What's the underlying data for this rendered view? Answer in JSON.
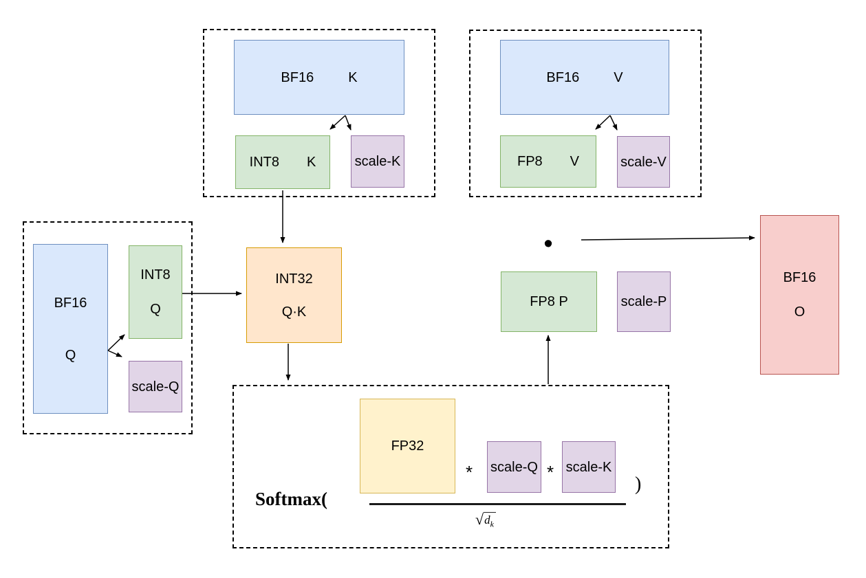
{
  "colors": {
    "blue-fill": "#dae8fc",
    "blue-stroke": "#6c8ebf",
    "green-fill": "#d5e8d4",
    "green-stroke": "#82b366",
    "purple-fill": "#e1d5e7",
    "purple-stroke": "#9673a6",
    "orange-fill": "#ffe6cc",
    "orange-stroke": "#d79b00",
    "yellow-fill": "#fff2cc",
    "yellow-stroke": "#d6b656",
    "red-fill": "#f8cecc",
    "red-stroke": "#b85450",
    "line": "#000000"
  },
  "k_group": {
    "source_type": "BF16",
    "source_name": "K",
    "quant_type": "INT8",
    "quant_name": "K",
    "scale_label": "scale-K"
  },
  "v_group": {
    "source_type": "BF16",
    "source_name": "V",
    "quant_type": "FP8",
    "quant_name": "V",
    "scale_label": "scale-V"
  },
  "q_group": {
    "source_type": "BF16",
    "source_name": "Q",
    "quant_type": "INT8",
    "quant_name": "Q",
    "scale_label": "scale-Q"
  },
  "qk_box": {
    "type_label": "INT32",
    "name_label": "Q·K"
  },
  "softmax": {
    "function_label": "Softmax(",
    "numerator_label": "FP32",
    "multiply_op": "*",
    "scale_q_label": "scale-Q",
    "scale_k_label": "scale-K",
    "denominator": {
      "radical": "√",
      "variable": "d",
      "subscript": "k"
    },
    "close_paren": ")"
  },
  "p_group": {
    "quant_label": "FP8 P",
    "scale_label": "scale-P"
  },
  "output_box": {
    "type_label": "BF16",
    "name_label": "O"
  },
  "operators": {
    "dot": "•"
  }
}
